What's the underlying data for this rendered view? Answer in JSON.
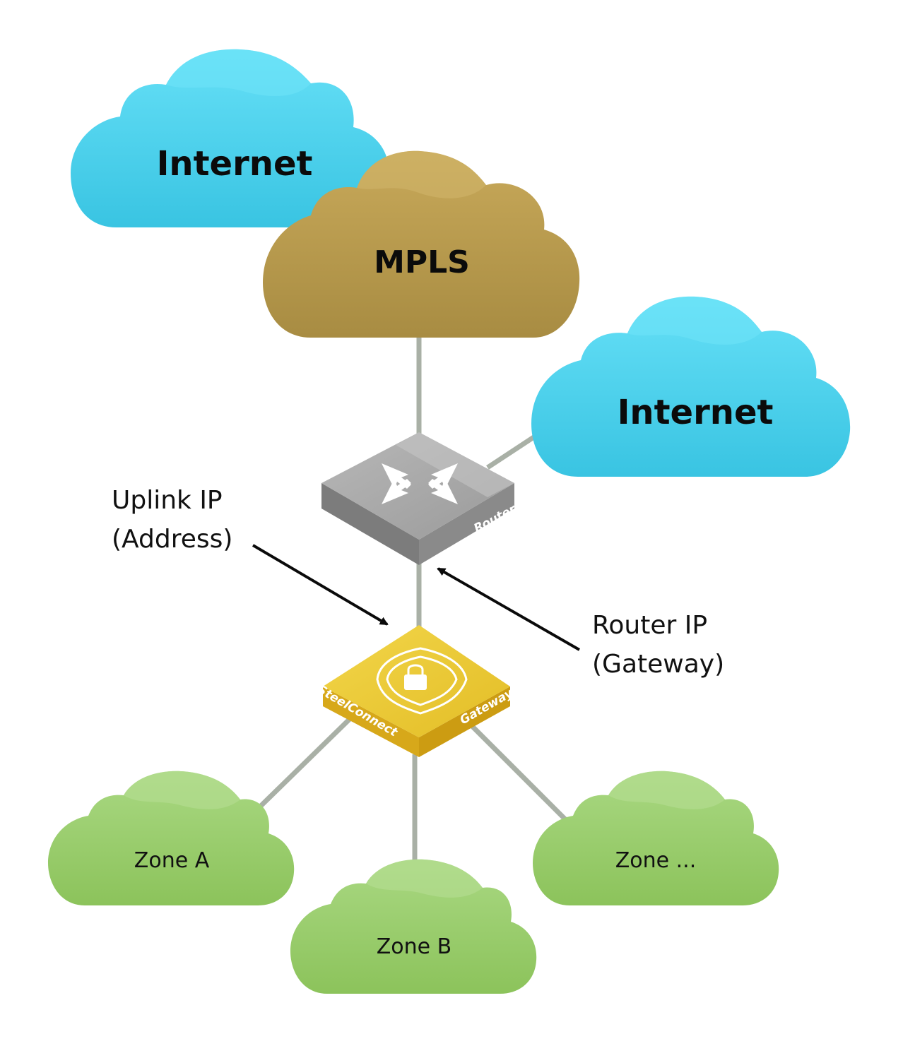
{
  "clouds": {
    "internet_top": "Internet",
    "mpls": "MPLS",
    "internet_right": "Internet",
    "zone_a": "Zone A",
    "zone_b": "Zone B",
    "zone_more": "Zone ..."
  },
  "devices": {
    "router_label": "Router",
    "gateway_brand": "SteelConnect",
    "gateway_label": "Gateway"
  },
  "annotations": {
    "uplink_line1": "Uplink IP",
    "uplink_line2": "(Address)",
    "router_ip_line1": "Router IP",
    "router_ip_line2": "(Gateway)"
  },
  "colors": {
    "internet_cloud": "#4dcfe8",
    "mpls_cloud": "#b89a4a",
    "zone_cloud": "#95c966",
    "router_device": "#9e9e9e",
    "gateway_device": "#e8c22e",
    "link_line": "#a9b0a6"
  }
}
